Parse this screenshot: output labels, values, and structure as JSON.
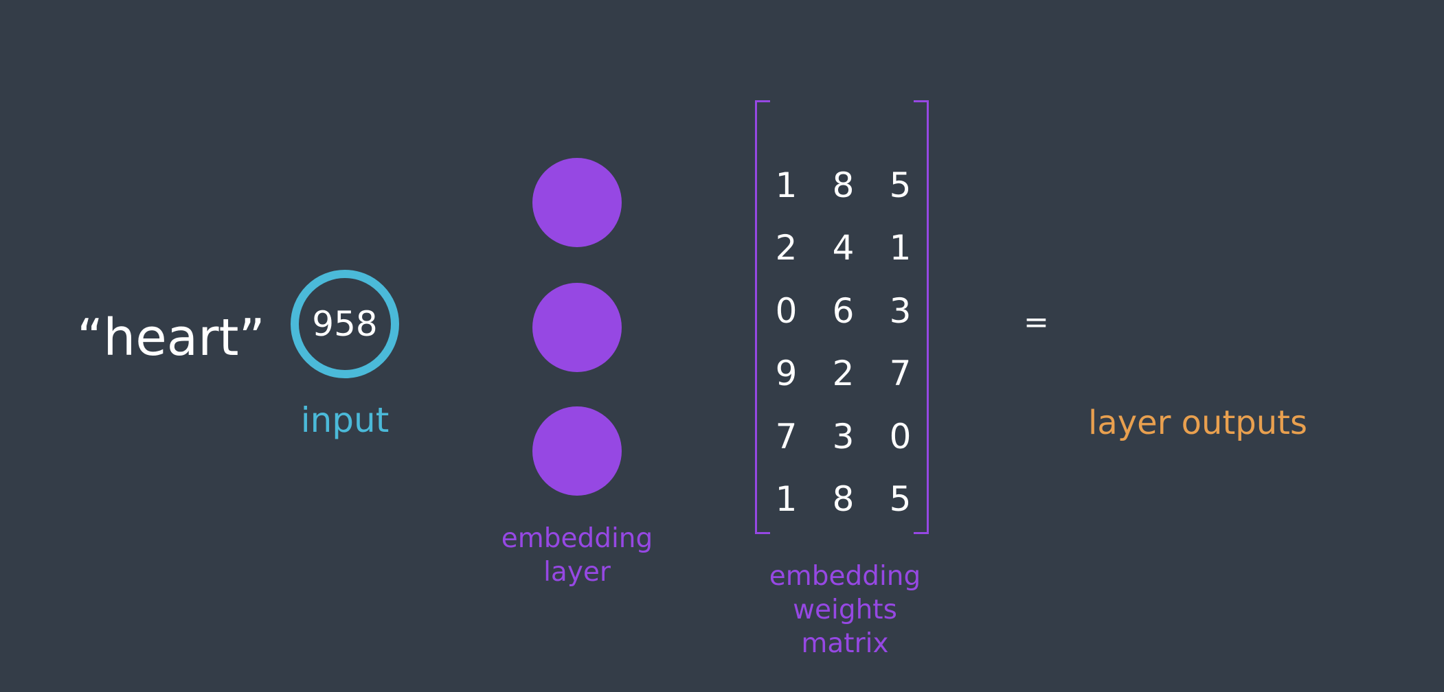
{
  "word": "“heart”",
  "input": {
    "value": "958",
    "label": "input"
  },
  "embedding_layer": {
    "label_line1": "embedding",
    "label_line2": "layer",
    "node_count": 3
  },
  "matrix": {
    "rows": [
      [
        "1",
        "8",
        "5"
      ],
      [
        "2",
        "4",
        "1"
      ],
      [
        "0",
        "6",
        "3"
      ],
      [
        "9",
        "2",
        "7"
      ],
      [
        "7",
        "3",
        "0"
      ],
      [
        "1",
        "8",
        "5"
      ]
    ],
    "label_line1": "embedding",
    "label_line2": "weights",
    "label_line3": "matrix"
  },
  "equals": "=",
  "outputs": {
    "label": "layer outputs"
  },
  "colors": {
    "background": "#343d48",
    "input": "#4bbad9",
    "embedding": "#9648e3",
    "outputs": "#e9a04f",
    "text": "#ffffff"
  }
}
